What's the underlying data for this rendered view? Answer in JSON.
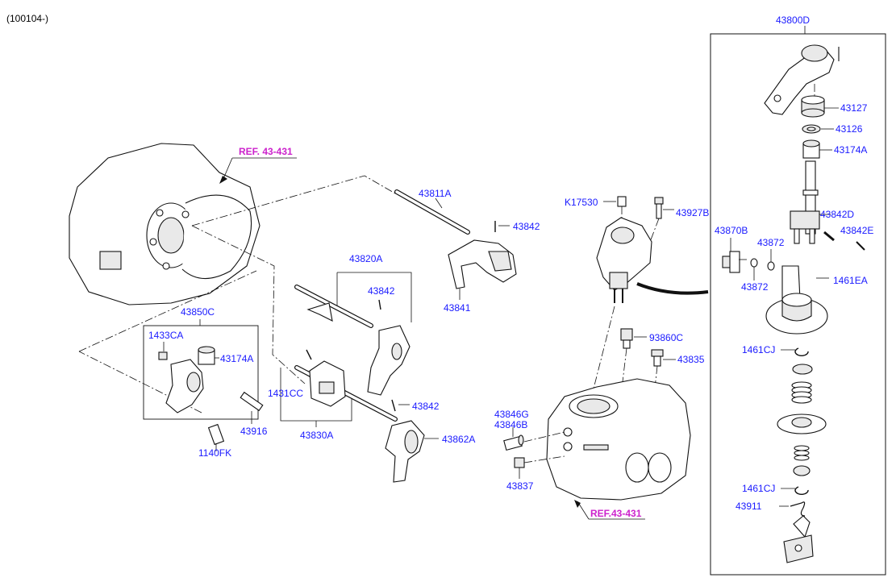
{
  "header": {
    "code": "(100104-)"
  },
  "refs": {
    "ref_top": "REF. 43-431",
    "ref_bottom": "REF.43-431"
  },
  "labels": {
    "p43800D": "43800D",
    "p43127": "43127",
    "p43126": "43126",
    "p43174A_r": "43174A",
    "p43842D": "43842D",
    "p43842E": "43842E",
    "p43870B": "43870B",
    "p43872a": "43872",
    "p43872b": "43872",
    "p1461EA": "1461EA",
    "p1461CJa": "1461CJ",
    "p1461CJb": "1461CJ",
    "p43911": "43911",
    "pK17530": "K17530",
    "p43927B": "43927B",
    "p93860C": "93860C",
    "p43835": "43835",
    "p43846G": "43846G",
    "p43846B": "43846B",
    "p43837": "43837",
    "p43811A": "43811A",
    "p43842a": "43842",
    "p43841": "43841",
    "p43820A": "43820A",
    "p43842b": "43842",
    "p43850C": "43850C",
    "p1433CA": "1433CA",
    "p43174A_l": "43174A",
    "p43916": "43916",
    "p1140FK": "1140FK",
    "p1431CC": "1431CC",
    "p43842c": "43842",
    "p43830A": "43830A",
    "p43862A": "43862A"
  }
}
